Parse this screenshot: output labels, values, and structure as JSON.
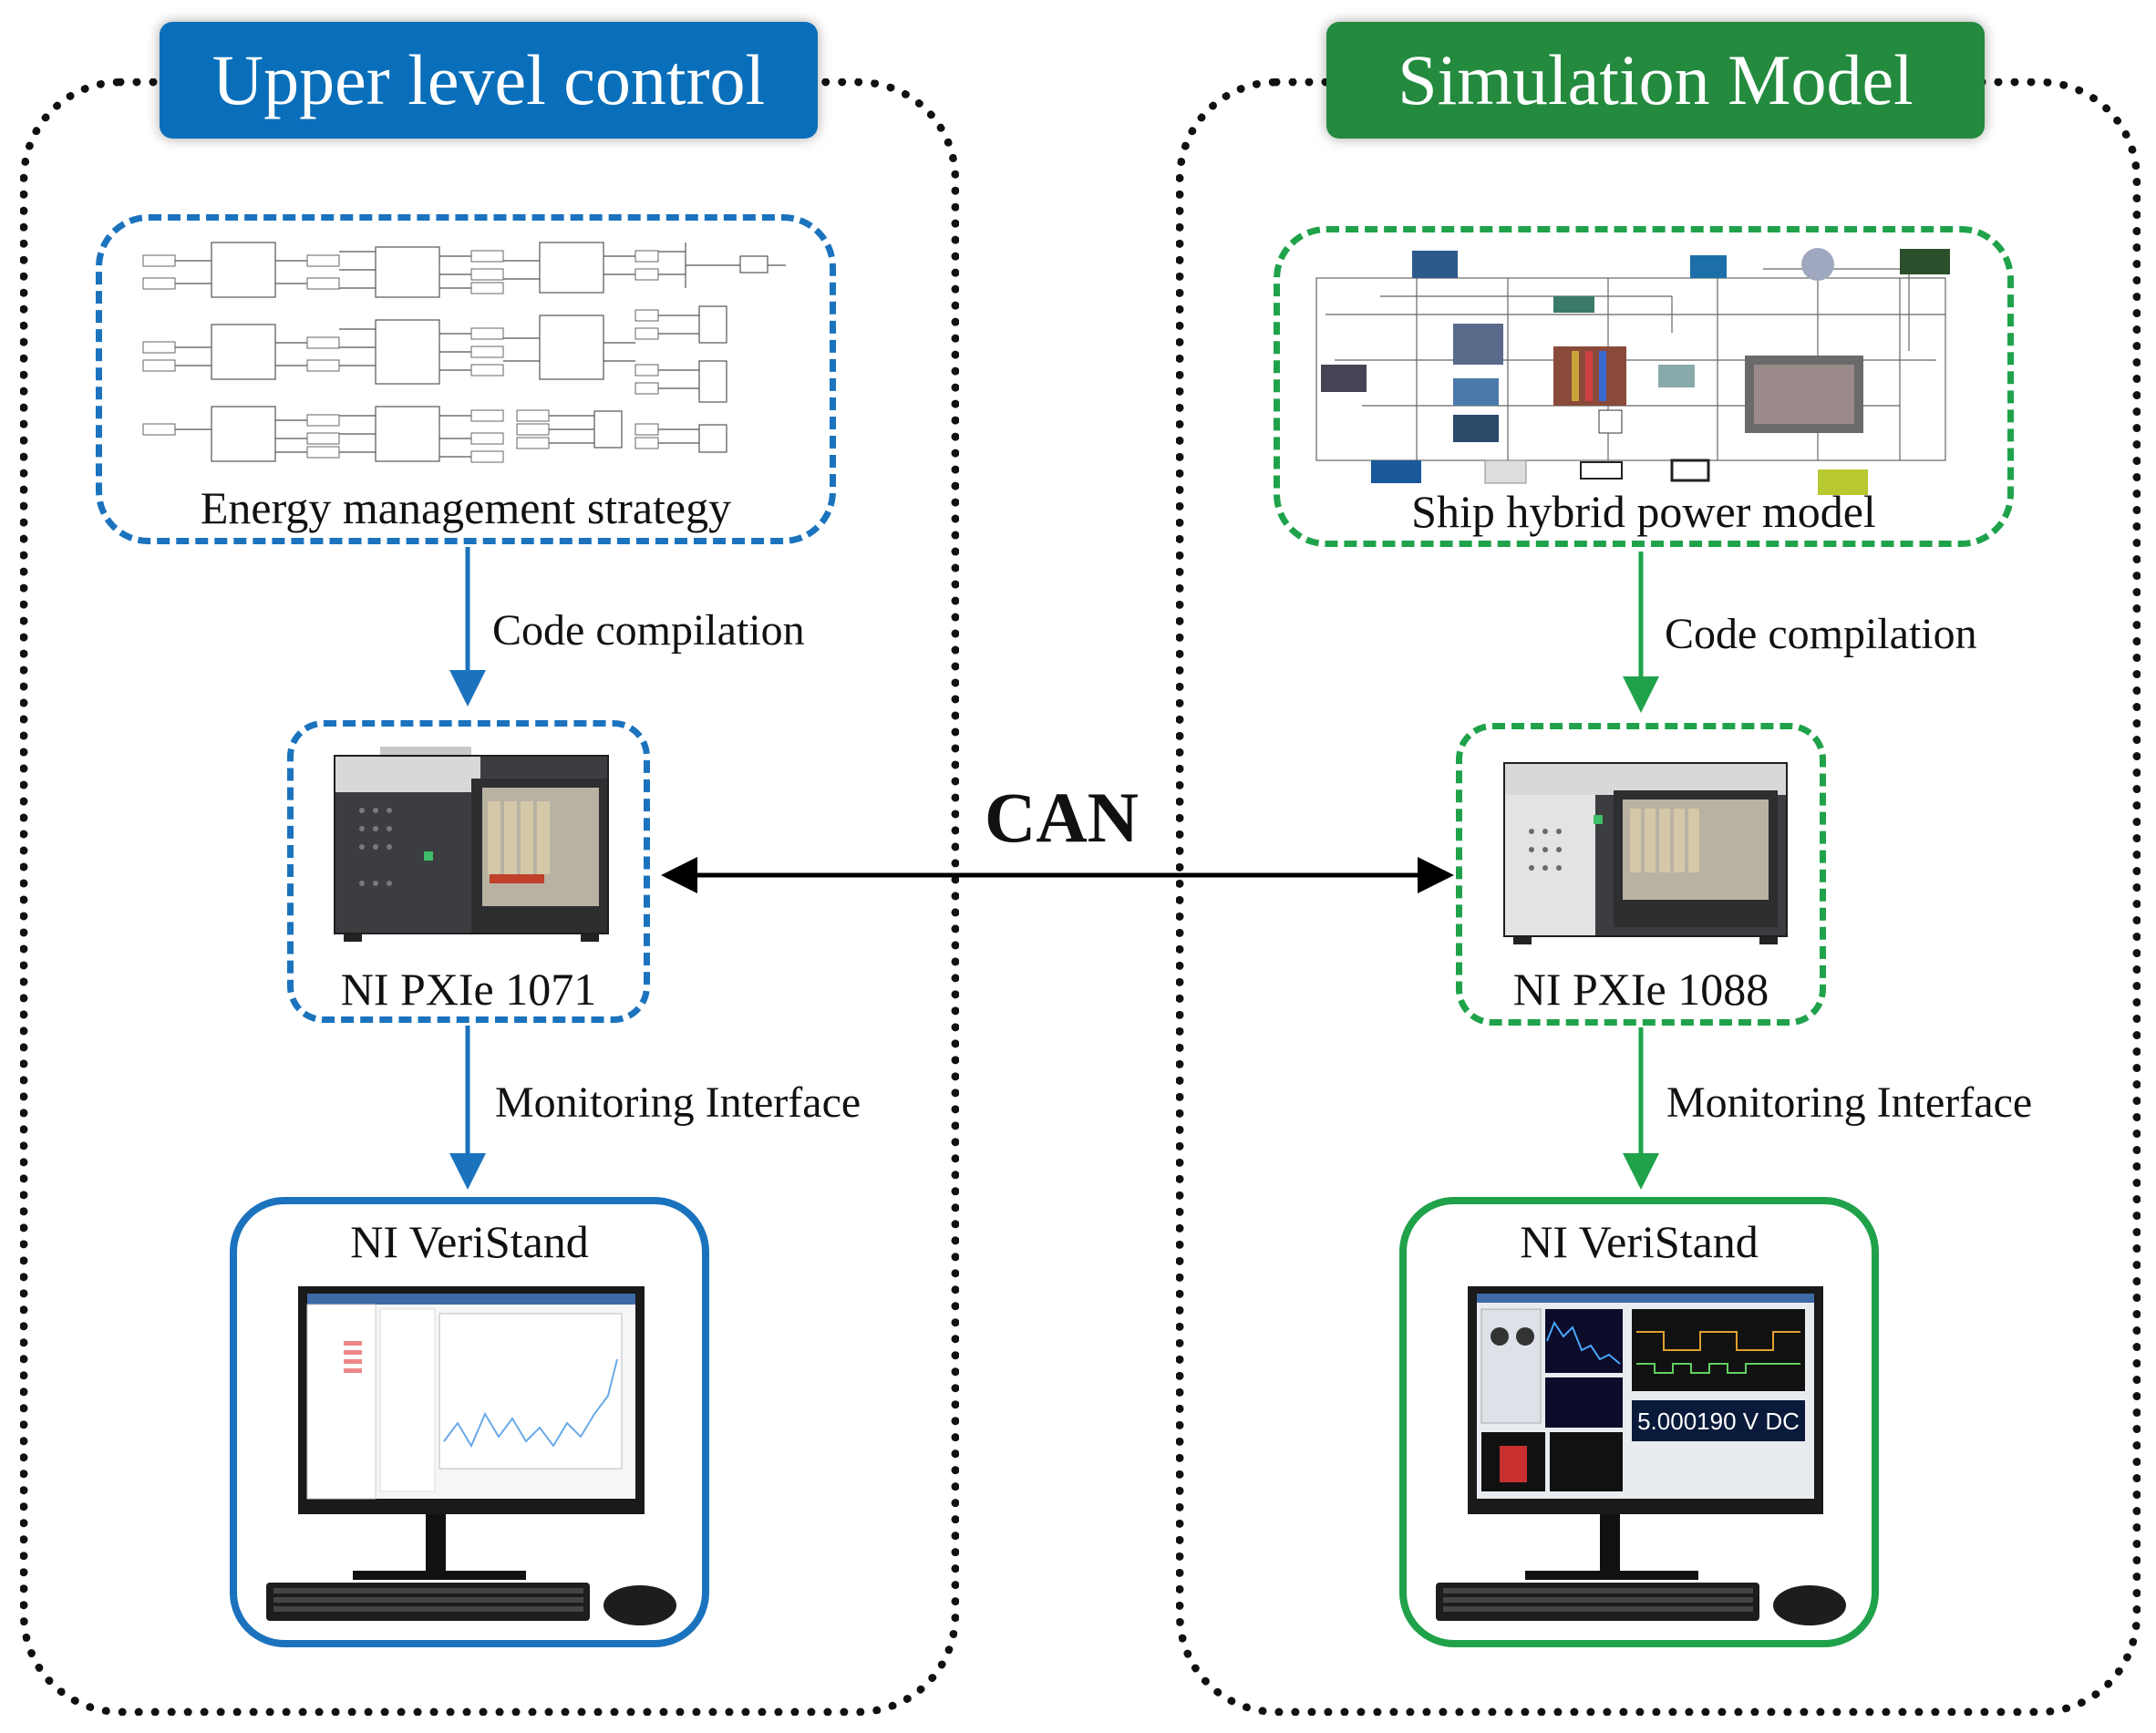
{
  "left": {
    "title": "Upper level control",
    "title_color": "#0a6fba",
    "accent": "#1b73be",
    "model_caption": "Energy management strategy",
    "compile_label": "Code compilation",
    "chassis_label": "NI PXIe 1071",
    "monitor_label": "Monitoring Interface",
    "pc_label": "NI VeriStand"
  },
  "right": {
    "title": "Simulation Model",
    "title_color": "#238a3e",
    "accent": "#1fa24a",
    "model_caption": "Ship hybrid power model",
    "compile_label": "Code compilation",
    "chassis_label": "NI PXIe 1088",
    "monitor_label": "Monitoring Interface",
    "pc_label": "NI VeriStand",
    "screen_readout": "5.000190    V DC"
  },
  "link": {
    "label": "CAN"
  },
  "icons": {
    "chassis": "pxi-chassis-icon",
    "computer": "desktop-computer-icon",
    "keyboard": "keyboard-icon",
    "mouse": "mouse-icon"
  }
}
